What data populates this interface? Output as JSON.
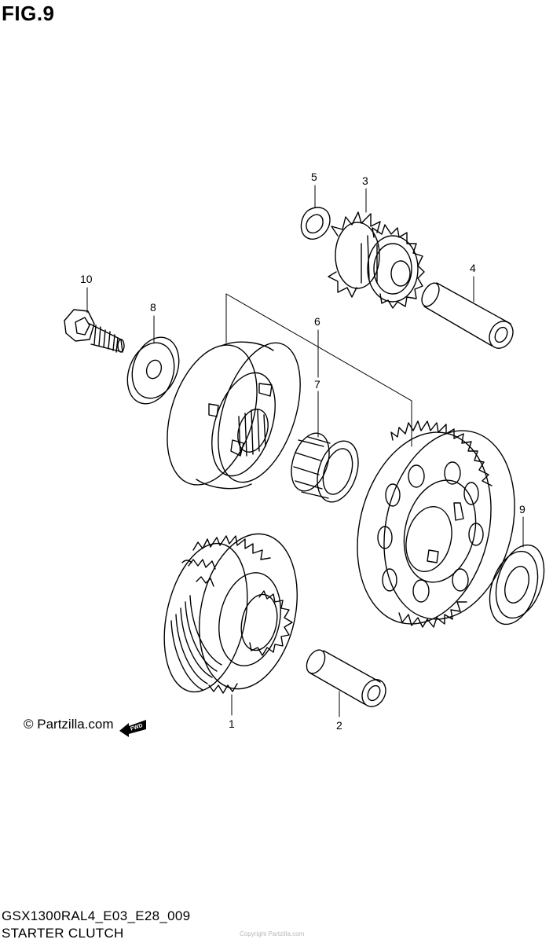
{
  "figure": {
    "title": "FIG.9",
    "code": "GSX1300RAL4_E03_E28_009",
    "caption": "STARTER CLUTCH"
  },
  "watermark": {
    "copyright": "© Partzilla.com",
    "fwd_label": "FWD"
  },
  "faint_text": "Copyright Partzilla.com",
  "callouts": [
    {
      "number": "1",
      "part": "starter-clutch-gear-assembly"
    },
    {
      "number": "2",
      "part": "starter-idle-gear-shaft"
    },
    {
      "number": "3",
      "part": "starter-idle-gear"
    },
    {
      "number": "4",
      "part": "idle-gear-shaft"
    },
    {
      "number": "5",
      "part": "circlip"
    },
    {
      "number": "6",
      "part": "starter-clutch-housing"
    },
    {
      "number": "7",
      "part": "needle-bearing"
    },
    {
      "number": "8",
      "part": "washer"
    },
    {
      "number": "9",
      "part": "washer"
    },
    {
      "number": "10",
      "part": "bolt"
    }
  ],
  "colors": {
    "ink": "#000000",
    "paper": "#ffffff"
  }
}
